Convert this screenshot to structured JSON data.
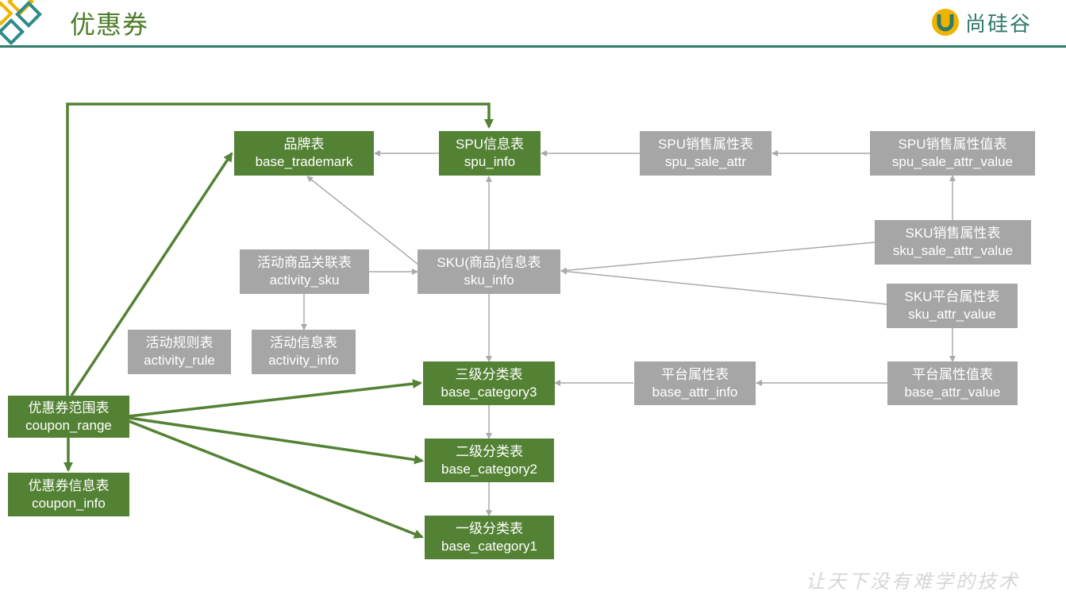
{
  "header": {
    "title": "优惠券",
    "brand": "尚硅谷",
    "brand_mark": "U"
  },
  "slogan": "让天下没有难学的技术",
  "colors": {
    "green": "#548235",
    "gray": "#a6a6a6",
    "accent": "#2f7a6b"
  },
  "nodes": {
    "trademark": {
      "cn": "品牌表",
      "en": "base_trademark"
    },
    "spu_info": {
      "cn": "SPU信息表",
      "en": "spu_info"
    },
    "spu_sale_attr": {
      "cn": "SPU销售属性表",
      "en": "spu_sale_attr"
    },
    "spu_sale_attr_value": {
      "cn": "SPU销售属性值表",
      "en": "spu_sale_attr_value"
    },
    "activity_sku": {
      "cn": "活动商品关联表",
      "en": "activity_sku"
    },
    "sku_info": {
      "cn": "SKU(商品)信息表",
      "en": "sku_info"
    },
    "sku_sale_attr_value": {
      "cn": "SKU销售属性表",
      "en": "sku_sale_attr_value"
    },
    "sku_attr_value": {
      "cn": "SKU平台属性表",
      "en": "sku_attr_value"
    },
    "activity_rule": {
      "cn": "活动规则表",
      "en": "activity_rule"
    },
    "activity_info": {
      "cn": "活动信息表",
      "en": "activity_info"
    },
    "category3": {
      "cn": "三级分类表",
      "en": "base_category3"
    },
    "attr_info": {
      "cn": "平台属性表",
      "en": "base_attr_info"
    },
    "attr_value": {
      "cn": "平台属性值表",
      "en": "base_attr_value"
    },
    "coupon_range": {
      "cn": "优惠券范围表",
      "en": "coupon_range"
    },
    "category2": {
      "cn": "二级分类表",
      "en": "base_category2"
    },
    "coupon_info": {
      "cn": "优惠券信息表",
      "en": "coupon_info"
    },
    "category1": {
      "cn": "一级分类表",
      "en": "base_category1"
    }
  }
}
